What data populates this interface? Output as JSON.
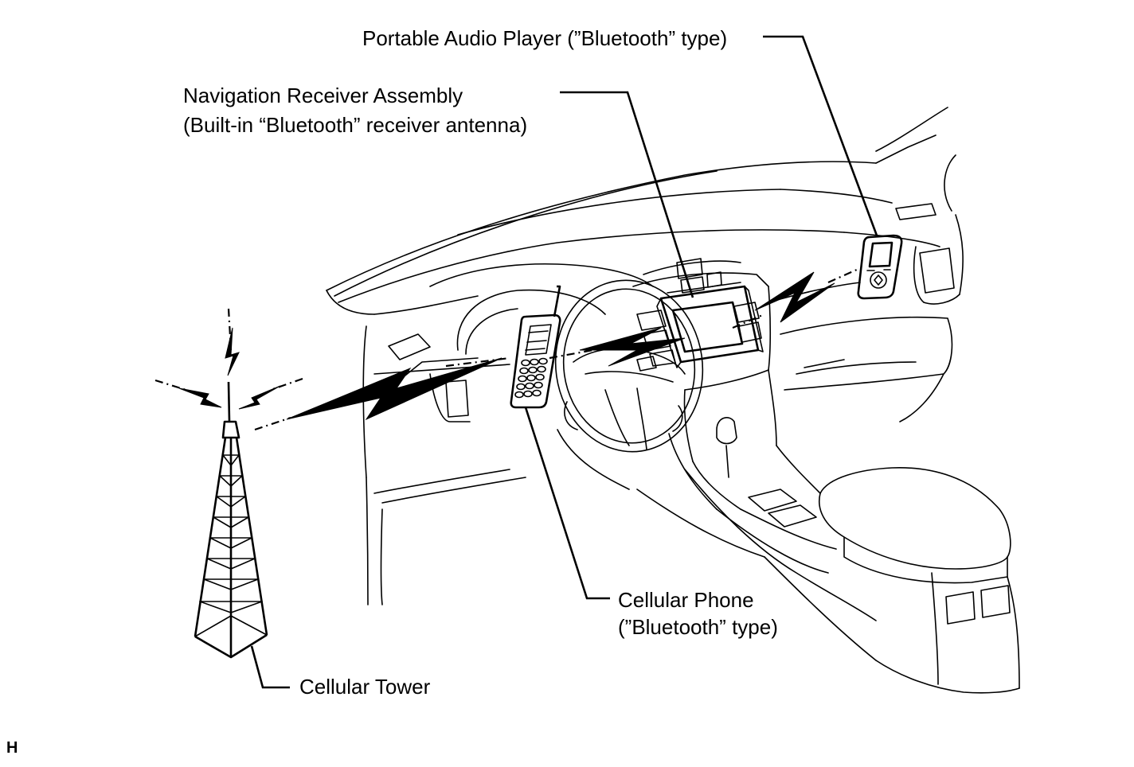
{
  "figure": {
    "corner_mark": "H"
  },
  "labels": {
    "portable_audio_player": "Portable Audio Player (”Bluetooth” type)",
    "navigation_receiver_line1": "Navigation Receiver Assembly",
    "navigation_receiver_line2": "(Built-in “Bluetooth” receiver antenna)",
    "cellular_phone_line1": "Cellular Phone",
    "cellular_phone_line2": "(”Bluetooth” type)",
    "cellular_tower": "Cellular Tower"
  },
  "icons": [
    "cellular-tower-icon",
    "cellular-phone-icon",
    "portable-audio-player-icon",
    "navigation-receiver-icon",
    "radio-wave-bolt-icon",
    "dashboard-outline"
  ],
  "colors": {
    "line": "#000000",
    "background": "#ffffff"
  }
}
